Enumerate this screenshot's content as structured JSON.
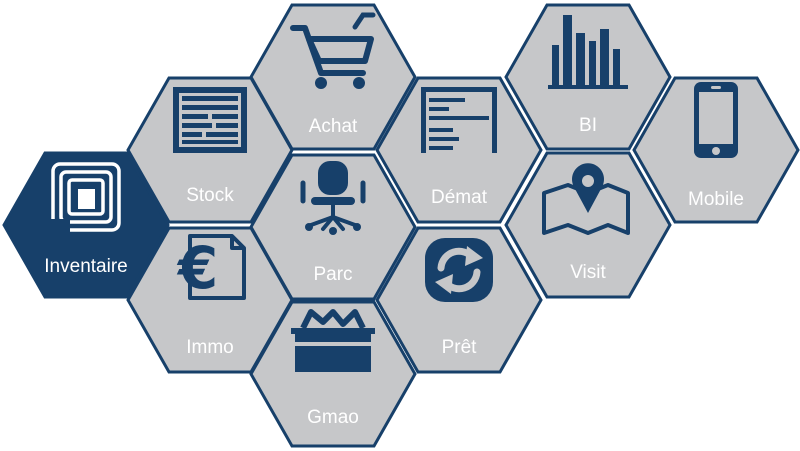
{
  "colors": {
    "tile_fill": "#c6c7c9",
    "tile_active_fill": "#17406a",
    "tile_stroke": "#17406a",
    "icon": "#17406a",
    "label": "#ffffff"
  },
  "modules": [
    {
      "id": "inventaire",
      "label": "Inventaire",
      "icon": "inventaire-logo-icon",
      "active": true
    },
    {
      "id": "stock",
      "label": "Stock",
      "icon": "shelving-icon",
      "active": false
    },
    {
      "id": "immo",
      "label": "Immo",
      "icon": "euro-document-icon",
      "active": false
    },
    {
      "id": "achat",
      "label": "Achat",
      "icon": "shopping-cart-icon",
      "active": false
    },
    {
      "id": "parc",
      "label": "Parc",
      "icon": "office-chair-icon",
      "active": false
    },
    {
      "id": "gmao",
      "label": "Gmao",
      "icon": "toolbox-icon",
      "active": false
    },
    {
      "id": "demat",
      "label": "Démat",
      "icon": "document-layout-icon",
      "active": false
    },
    {
      "id": "pret",
      "label": "Prêt",
      "icon": "refresh-arrows-icon",
      "active": false
    },
    {
      "id": "bi",
      "label": "BI",
      "icon": "bar-chart-icon",
      "active": false
    },
    {
      "id": "visit",
      "label": "Visit",
      "icon": "map-pin-icon",
      "active": false
    },
    {
      "id": "mobile",
      "label": "Mobile",
      "icon": "smartphone-icon",
      "active": false
    }
  ]
}
